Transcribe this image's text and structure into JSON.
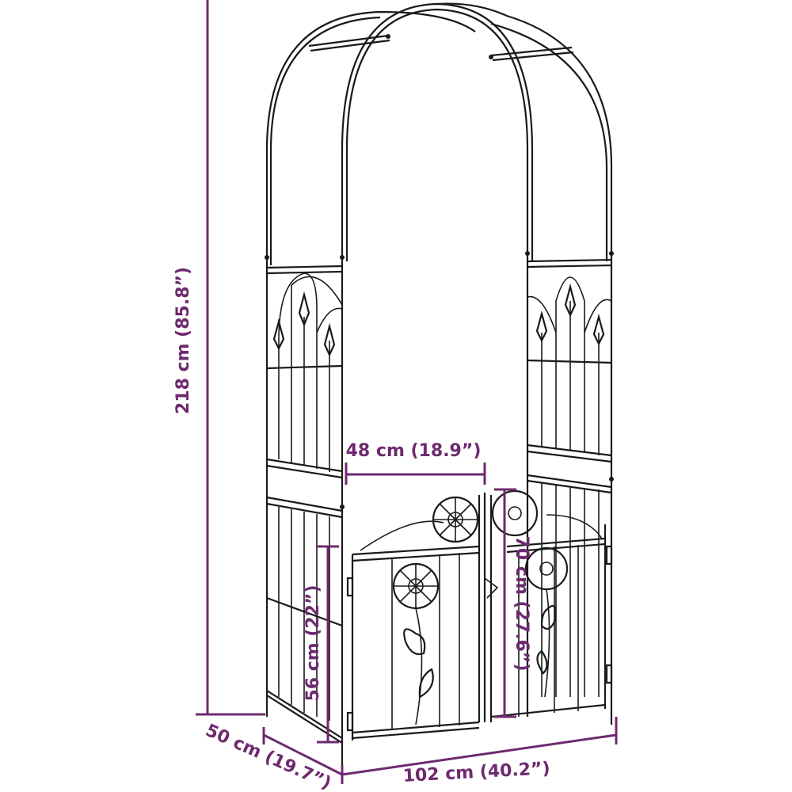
{
  "diagram": {
    "colors": {
      "dimension": "#6e2a6e",
      "frame": "#1a1a1a",
      "background": "#ffffff"
    },
    "dimensions": {
      "height": "218 cm (85.8”)",
      "depth": "50 cm (19.7”)",
      "width": "102 cm (40.2”)",
      "opening": "48 cm (18.9”)",
      "gate_left": "56 cm (22”)",
      "gate_right": "70 cm (27.6”)"
    }
  }
}
